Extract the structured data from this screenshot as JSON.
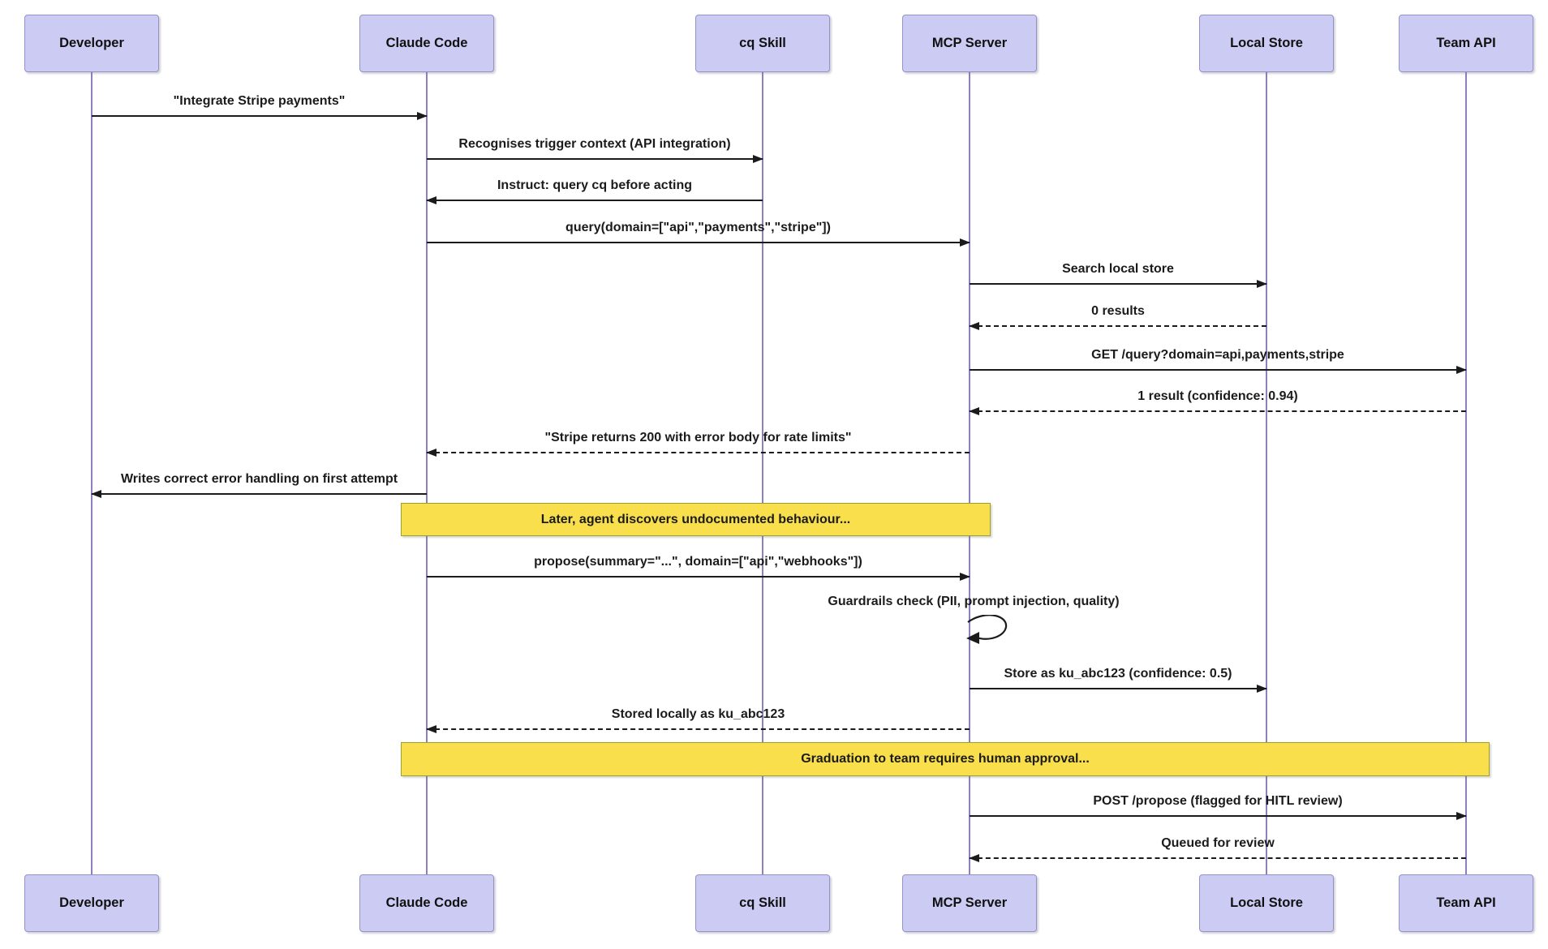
{
  "diagram_type": "sequence-diagram",
  "actors": [
    {
      "label": "Developer"
    },
    {
      "label": "Claude Code"
    },
    {
      "label": "cq Skill"
    },
    {
      "label": "MCP Server"
    },
    {
      "label": "Local Store"
    },
    {
      "label": "Team API"
    }
  ],
  "messages": [
    {
      "label": "\"Integrate Stripe payments\"",
      "from": "Developer",
      "to": "Claude Code",
      "line": "solid"
    },
    {
      "label": "Recognises trigger context (API integration)",
      "from": "Claude Code",
      "to": "cq Skill",
      "line": "solid"
    },
    {
      "label": "Instruct: query cq before acting",
      "from": "cq Skill",
      "to": "Claude Code",
      "line": "solid"
    },
    {
      "label": "query(domain=[\"api\",\"payments\",\"stripe\"])",
      "from": "Claude Code",
      "to": "MCP Server",
      "line": "solid"
    },
    {
      "label": "Search local store",
      "from": "MCP Server",
      "to": "Local Store",
      "line": "solid"
    },
    {
      "label": "0 results",
      "from": "Local Store",
      "to": "MCP Server",
      "line": "dashed"
    },
    {
      "label": "GET /query?domain=api,payments,stripe",
      "from": "MCP Server",
      "to": "Team API",
      "line": "solid"
    },
    {
      "label": "1 result (confidence: 0.94)",
      "from": "Team API",
      "to": "MCP Server",
      "line": "dashed"
    },
    {
      "label": "\"Stripe returns 200 with error body for rate limits\"",
      "from": "MCP Server",
      "to": "Claude Code",
      "line": "dashed"
    },
    {
      "label": "Writes correct error handling on first attempt",
      "from": "Claude Code",
      "to": "Developer",
      "line": "solid"
    },
    {
      "label": "propose(summary=\"...\", domain=[\"api\",\"webhooks\"])",
      "from": "Claude Code",
      "to": "MCP Server",
      "line": "solid"
    },
    {
      "label": "Guardrails check (PII, prompt injection, quality)",
      "from": "MCP Server",
      "to": "MCP Server",
      "line": "self"
    },
    {
      "label": "Store as ku_abc123 (confidence: 0.5)",
      "from": "MCP Server",
      "to": "Local Store",
      "line": "solid"
    },
    {
      "label": "Stored locally as ku_abc123",
      "from": "MCP Server",
      "to": "Claude Code",
      "line": "dashed"
    },
    {
      "label": "POST /propose (flagged for HITL review)",
      "from": "MCP Server",
      "to": "Team API",
      "line": "solid"
    },
    {
      "label": "Queued for review",
      "from": "Team API",
      "to": "MCP Server",
      "line": "dashed"
    }
  ],
  "notes": [
    {
      "label": "Later, agent discovers undocumented behaviour...",
      "over": "Claude Code, MCP Server"
    },
    {
      "label": "Graduation to team requires human approval...",
      "over": "Claude Code, Team API"
    }
  ],
  "colors": {
    "background": "#ffffff",
    "actor_fill": "#cbcbf3",
    "actor_border": "#9493c8",
    "lifeline": "#8f7fc0",
    "note_fill": "#f8df4b",
    "note_border": "#9f9f30",
    "message": "#1b1b1b"
  }
}
